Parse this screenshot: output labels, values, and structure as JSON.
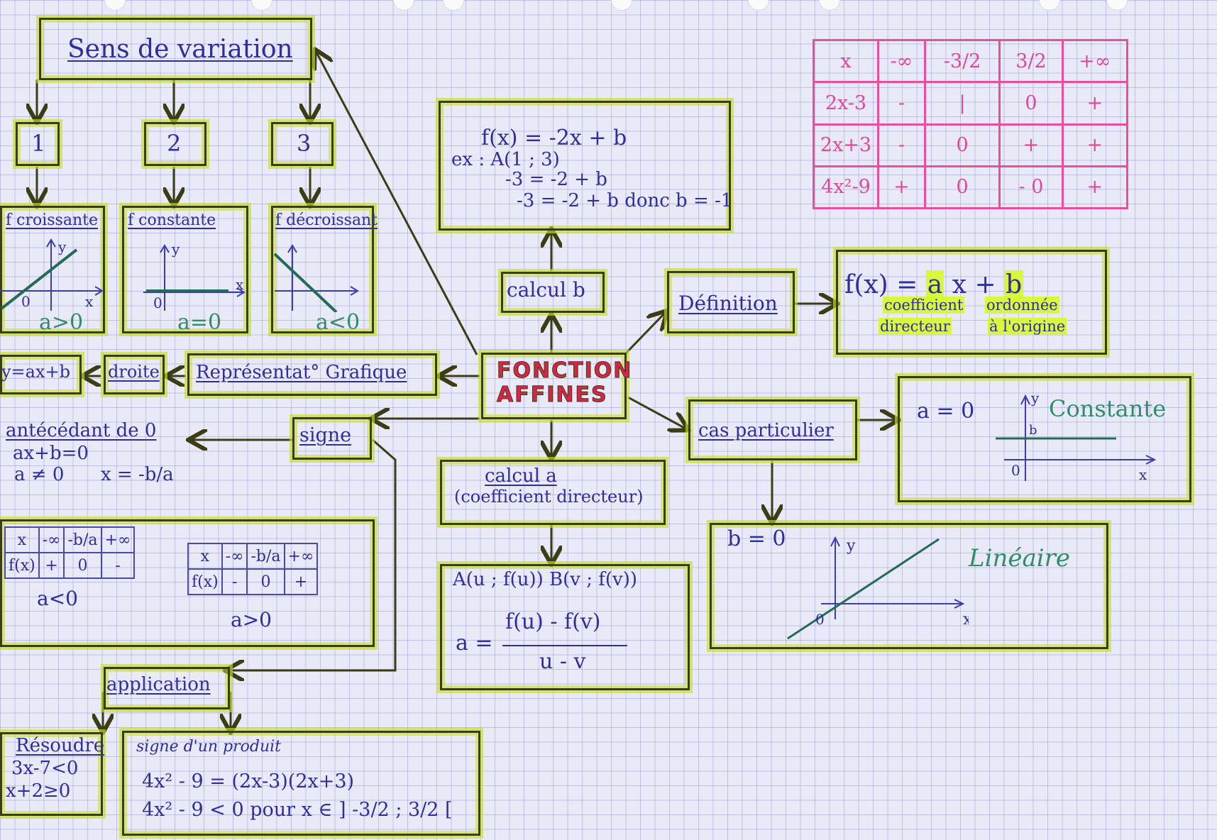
{
  "sens_variation": {
    "title": "Sens de variation",
    "n1": "1",
    "n2": "2",
    "n3": "3",
    "f_croissante": "f croissante",
    "cond_croissante": "a>0",
    "f_constante": "f constante",
    "cond_constante": "a=0",
    "f_decroissante": "f décroissant",
    "cond_decroissante": "a<0",
    "axis_x": "x",
    "axis_y": "y",
    "origin": "0"
  },
  "calcul_b": {
    "label": "calcul b",
    "lines": [
      "f(x) = -2x + b",
      "ex : A(1 ; 3)",
      "-3 = -2 + b",
      "-3 = -2 + b donc b = -1"
    ]
  },
  "title": {
    "line1": "FONCTION",
    "line2": "AFFINES"
  },
  "definition": {
    "label": "Définition",
    "formula_prefix": "f(x) =",
    "formula_a": "a",
    "formula_x": "x +",
    "formula_b": "b",
    "coef_line1": "coefficient",
    "coef_line2": "directeur",
    "ord_line1": "ordonnée",
    "ord_line2": "à l'origine"
  },
  "representation": {
    "label": "Représentat° Grafique",
    "droite": "droite",
    "equation": "y=ax+b"
  },
  "signe": {
    "label": "signe",
    "antecedent_title": "antécédant de 0",
    "eq": "ax+b=0",
    "cond": "a ≠ 0",
    "sol": "x = -b/a",
    "table1": {
      "header": [
        "x",
        "-∞",
        "-b/a",
        "+∞"
      ],
      "row": [
        "f(x)",
        "+",
        "0",
        "-"
      ],
      "cond": "a<0"
    },
    "table2": {
      "header": [
        "x",
        "-∞",
        "-b/a",
        "+∞"
      ],
      "row": [
        "f(x)",
        "-",
        "0",
        "+"
      ],
      "cond": "a>0"
    }
  },
  "calcul_a": {
    "label_line1": "calcul a",
    "label_line2": "(coefficient directeur)",
    "points": "A(u ; f(u))   B(v ; f(v))",
    "formula_lhs": "a =",
    "numerator": "f(u) - f(v)",
    "denominator": "u - v"
  },
  "cas_particulier": {
    "label": "cas particulier",
    "constante_cond": "a = 0",
    "constante_name": "Constante",
    "b_label": "b",
    "lineaire_cond": "b = 0",
    "lineaire_name": "Linéaire"
  },
  "sign_table": {
    "header": [
      "x",
      "-∞",
      "-3/2",
      "3/2",
      "+∞"
    ],
    "rows": [
      [
        "2x-3",
        "-",
        "|",
        "0",
        "+"
      ],
      [
        "2x+3",
        "-",
        "0",
        "+",
        "+"
      ],
      [
        "4x²-9",
        "+",
        "0",
        "-",
        "0",
        "+"
      ]
    ]
  },
  "application": {
    "label": "application",
    "resoudre_title": "Résoudre",
    "resoudre_lines": [
      "3x-7<0",
      "x+2≥0"
    ],
    "signe_title": "signe d'un produit",
    "signe_lines": [
      "4x² - 9 = (2x-3)(2x+3)",
      "4x² - 9 < 0 pour x ∈ ] -3/2 ; 3/2 ["
    ]
  },
  "colors": {
    "ink": "#2e2f9a",
    "highlight": "#c4de28",
    "pink": "#e0489a",
    "green": "#2f8d6a",
    "title_red": "#d9234a"
  }
}
